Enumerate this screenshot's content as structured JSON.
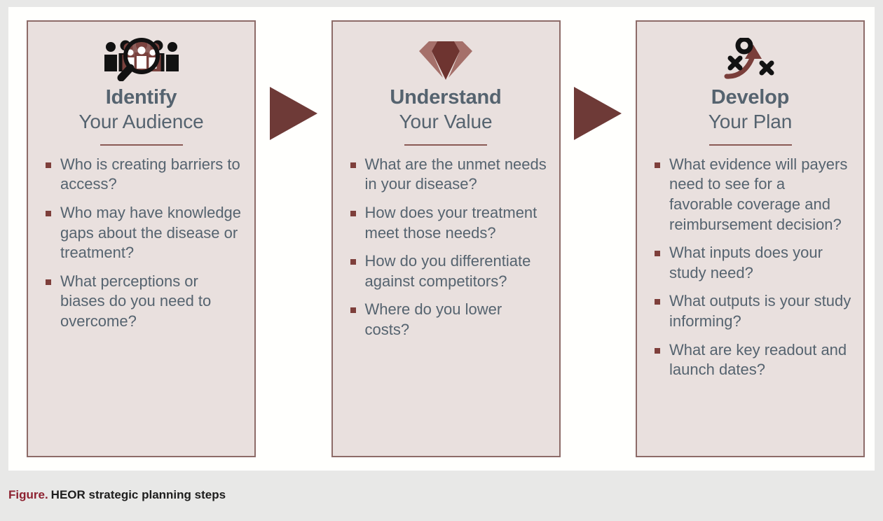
{
  "figure": {
    "caption_label": "Figure.",
    "caption_text": "HEOR strategic planning steps",
    "colors": {
      "page_background": "#e8e8e7",
      "card_background": "#fffffd",
      "panel_background": "#e9e0de",
      "panel_border": "#8d6b68",
      "heading_text": "#55636f",
      "body_text": "#55636f",
      "bullet_marker": "#7e3f3b",
      "divider": "#8a5a55",
      "arrow": "#6e3a37",
      "caption_label": "#8d2231",
      "caption_text": "#1d1d1d"
    }
  },
  "steps": [
    {
      "icon": "magnifier-over-people-icon",
      "heading_line1": "Identify",
      "heading_line2": "Your Audience",
      "bullets": [
        "Who is creating barriers to access?",
        "Who may have knowledge gaps about the disease or treatment?",
        "What perceptions or biases do you need to overcome?"
      ]
    },
    {
      "icon": "diamond-gem-icon",
      "heading_line1": "Understand",
      "heading_line2": "Your Value",
      "bullets": [
        "What are the unmet needs in your disease?",
        "How does your treatment meet those needs?",
        "How do you differentiate against competitors?",
        "Where do you lower costs?"
      ]
    },
    {
      "icon": "strategy-playbook-icon",
      "heading_line1": "Develop",
      "heading_line2": "Your Plan",
      "bullets": [
        "What evidence will payers need to see for a favorable coverage and reimbursement decision?",
        "What inputs does your study need?",
        "What outputs is your study informing?",
        "What are key readout and launch dates?"
      ]
    }
  ],
  "arrows": [
    {
      "name": "arrow-step1-to-step2",
      "direction": "right"
    },
    {
      "name": "arrow-step2-to-step3",
      "direction": "right"
    }
  ]
}
